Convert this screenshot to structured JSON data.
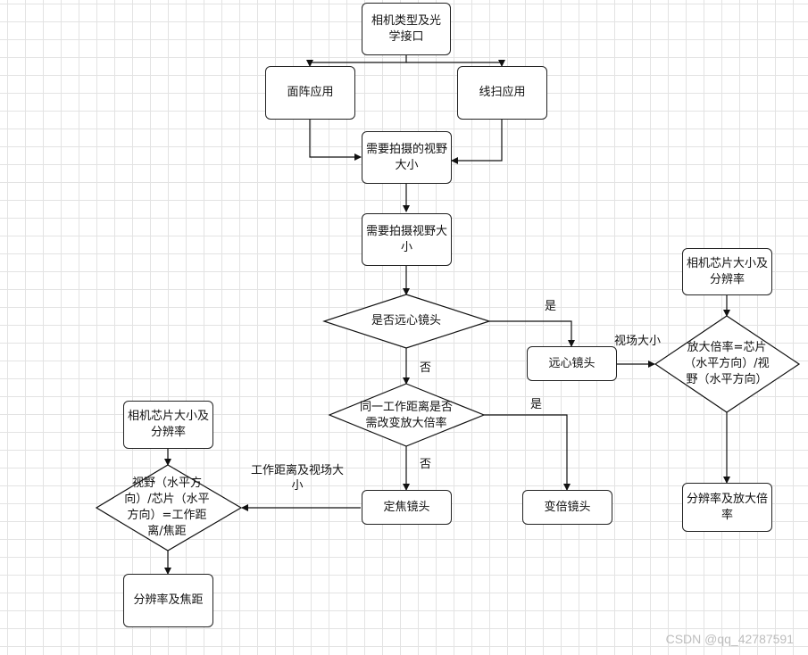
{
  "nodes": {
    "camera_type": "相机类型及光学接口",
    "area_scan": "面阵应用",
    "line_scan": "线扫应用",
    "fov_needed_1": "需要拍摄的视野大小",
    "fov_needed_2": "需要拍摄视野大小",
    "telecentric_q": "是否远心镜头",
    "telecentric_lens": "远心镜头",
    "chip_size_right": "相机芯片大小及分辨率",
    "magnification_formula": "放大倍率=芯片（水平方向）/视野（水平方向）",
    "result_right": "分辨率及放大倍率",
    "zoom_q": "同一工作距离是否需改变放大倍率",
    "fixed_focus": "定焦镜头",
    "zoom_lens": "变倍镜头",
    "chip_size_left": "相机芯片大小及分辨率",
    "focal_formula": "视野（水平方向）/芯片（水平方向）=工作距离/焦距",
    "result_left": "分辨率及焦距"
  },
  "edge_labels": {
    "yes_1": "是",
    "no_1": "否",
    "fov_size": "视场大小",
    "yes_2": "是",
    "no_2": "否",
    "wd_fov": "工作距离及视场大小"
  },
  "watermark": "CSDN @qq_42787591"
}
